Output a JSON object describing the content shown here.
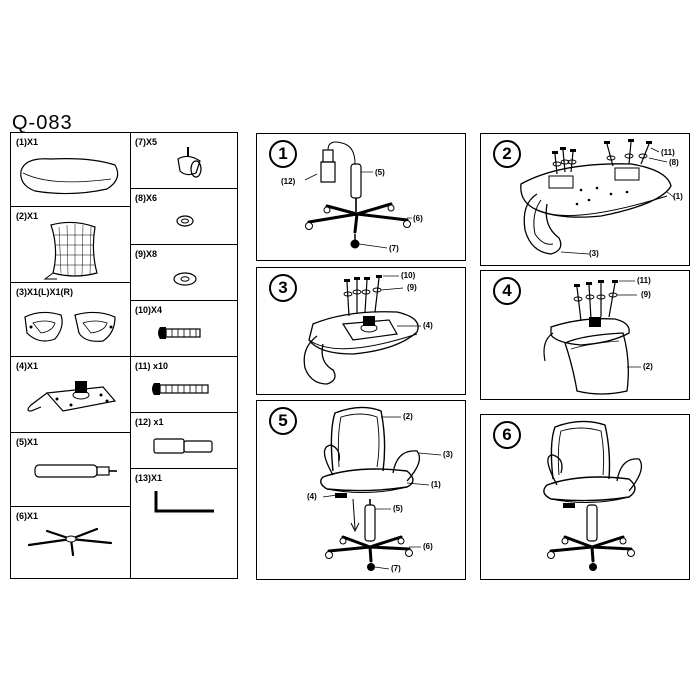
{
  "sheet": {
    "model_code": "Q-083"
  },
  "parts_left": [
    {
      "label": "(1)X1",
      "icon": "seat-cushion-icon"
    },
    {
      "label": "(2)X1",
      "icon": "mesh-backrest-icon"
    },
    {
      "label": "(3)X1(L)X1(R)",
      "icon": "armrest-pair-icon"
    },
    {
      "label": "(4)X1",
      "icon": "tilt-mechanism-icon"
    },
    {
      "label": "(5)X1",
      "icon": "gas-lift-cylinder-icon"
    },
    {
      "label": "(6)X1",
      "icon": "five-star-base-icon"
    }
  ],
  "parts_right": [
    {
      "label": "(7)X5",
      "icon": "caster-wheel-icon"
    },
    {
      "label": "(8)X6",
      "icon": "spring-washer-icon"
    },
    {
      "label": "(9)X8",
      "icon": "flat-washer-icon"
    },
    {
      "label": "(10)X4",
      "icon": "short-bolt-icon"
    },
    {
      "label": "(11) x10",
      "icon": "long-bolt-icon"
    },
    {
      "label": "(12) x1",
      "icon": "gas-lift-cover-icon"
    },
    {
      "label": "(13)X1",
      "icon": "allen-key-icon"
    }
  ],
  "steps": [
    {
      "number": "1",
      "callouts": [
        "(12)",
        "(5)",
        "(6)",
        "(7)"
      ]
    },
    {
      "number": "2",
      "callouts": [
        "(11)",
        "(8)",
        "(1)",
        "(3)"
      ]
    },
    {
      "number": "3",
      "callouts": [
        "(10)",
        "(9)",
        "(4)"
      ]
    },
    {
      "number": "4",
      "callouts": [
        "(11)",
        "(9)",
        "(2)"
      ]
    },
    {
      "number": "5",
      "callouts": [
        "(2)",
        "(3)",
        "(1)",
        "(4)",
        "(5)",
        "(6)",
        "(7)"
      ]
    },
    {
      "number": "6",
      "callouts": []
    }
  ]
}
